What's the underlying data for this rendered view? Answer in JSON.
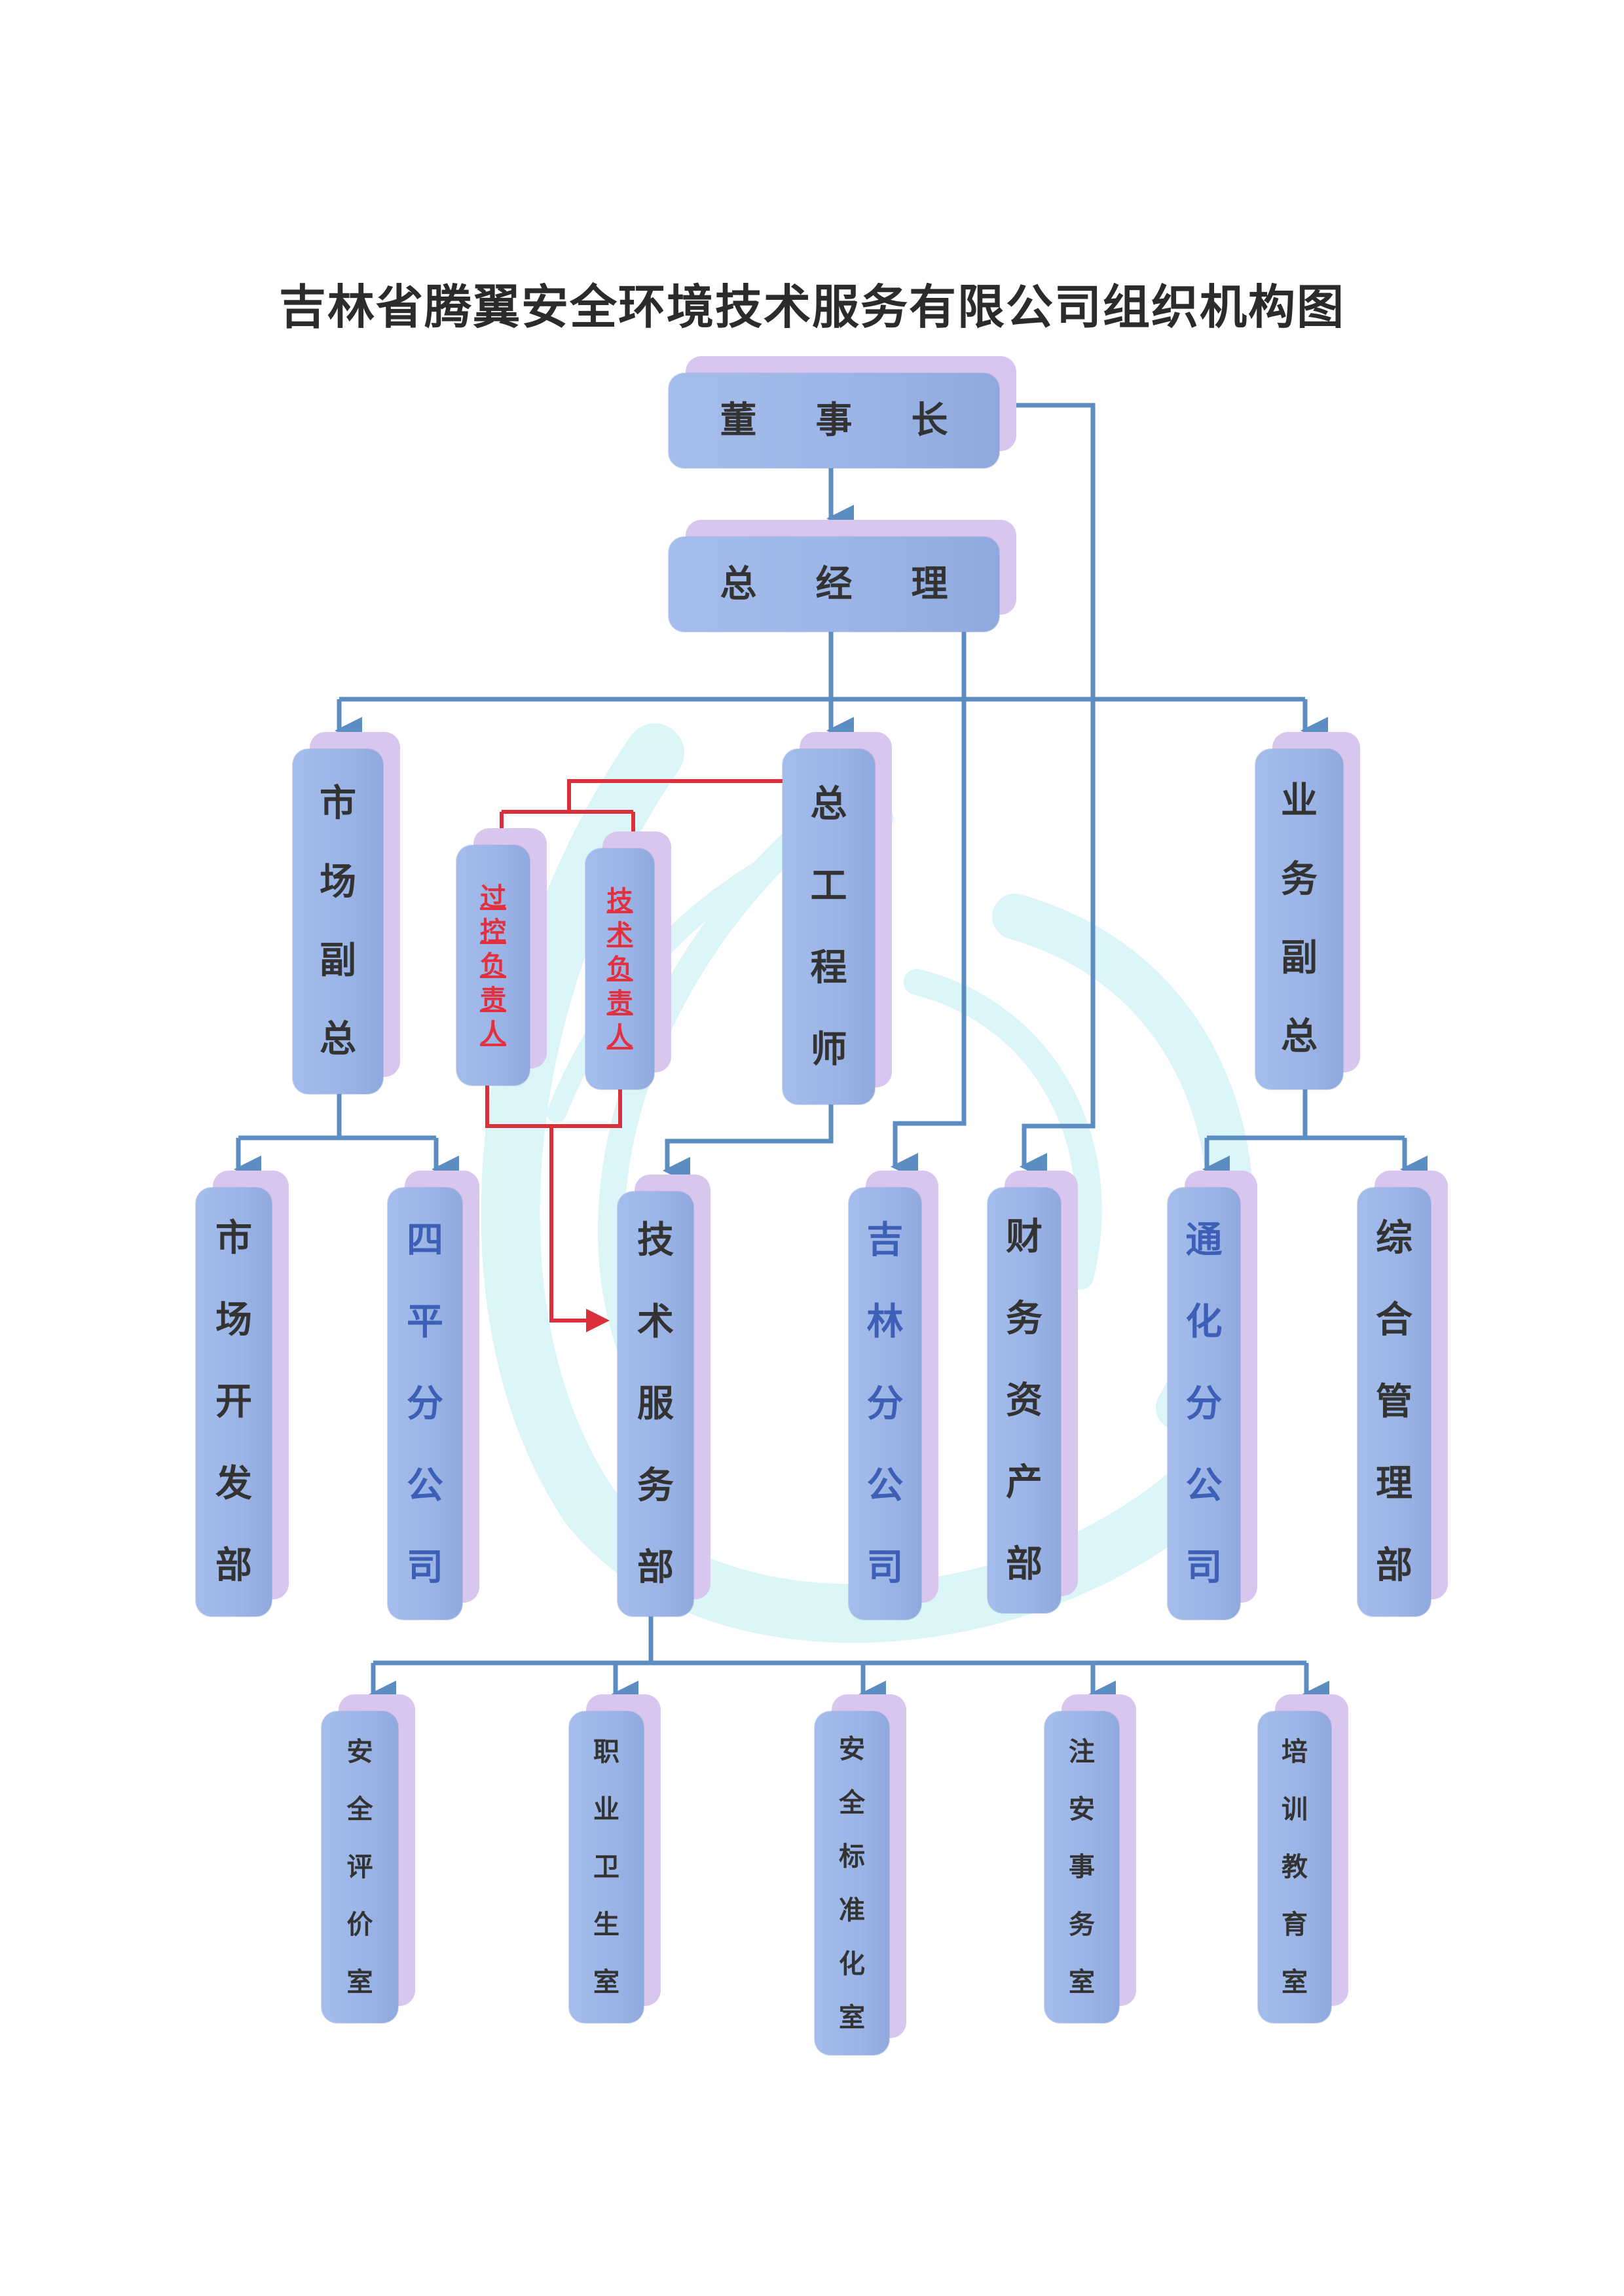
{
  "title": "吉林省腾翼安全环境技术服务有限公司组织机构图",
  "colors": {
    "box": "#9ab4e6",
    "box_back": "#d9c6ef",
    "line": "#5b8dc2",
    "red_line": "#d9303c",
    "red_text": "#e3303e",
    "blue_text": "#3d5fb5"
  },
  "nodes": {
    "chairman": "董事长",
    "general_manager": "总经理",
    "market_vp": "市场副总",
    "process_control_lead": "过控负责人",
    "technical_lead": "技术负责人",
    "chief_engineer": "总工程师",
    "business_vp": "业务副总",
    "market_dev_dept": "市场开发部",
    "siping_branch": "四平分公司",
    "tech_service_dept": "技术服务部",
    "jilin_branch": "吉林分公司",
    "finance_asset_dept": "财务资产部",
    "tonghua_branch": "通化分公司",
    "general_admin_dept": "综合管理部",
    "safety_eval_office": "安全评价室",
    "occupational_health_office": "职业卫生室",
    "safety_standardization_office": "安全标准化室",
    "registered_safety_office": "注安事务室",
    "training_office": "培训教育室"
  }
}
